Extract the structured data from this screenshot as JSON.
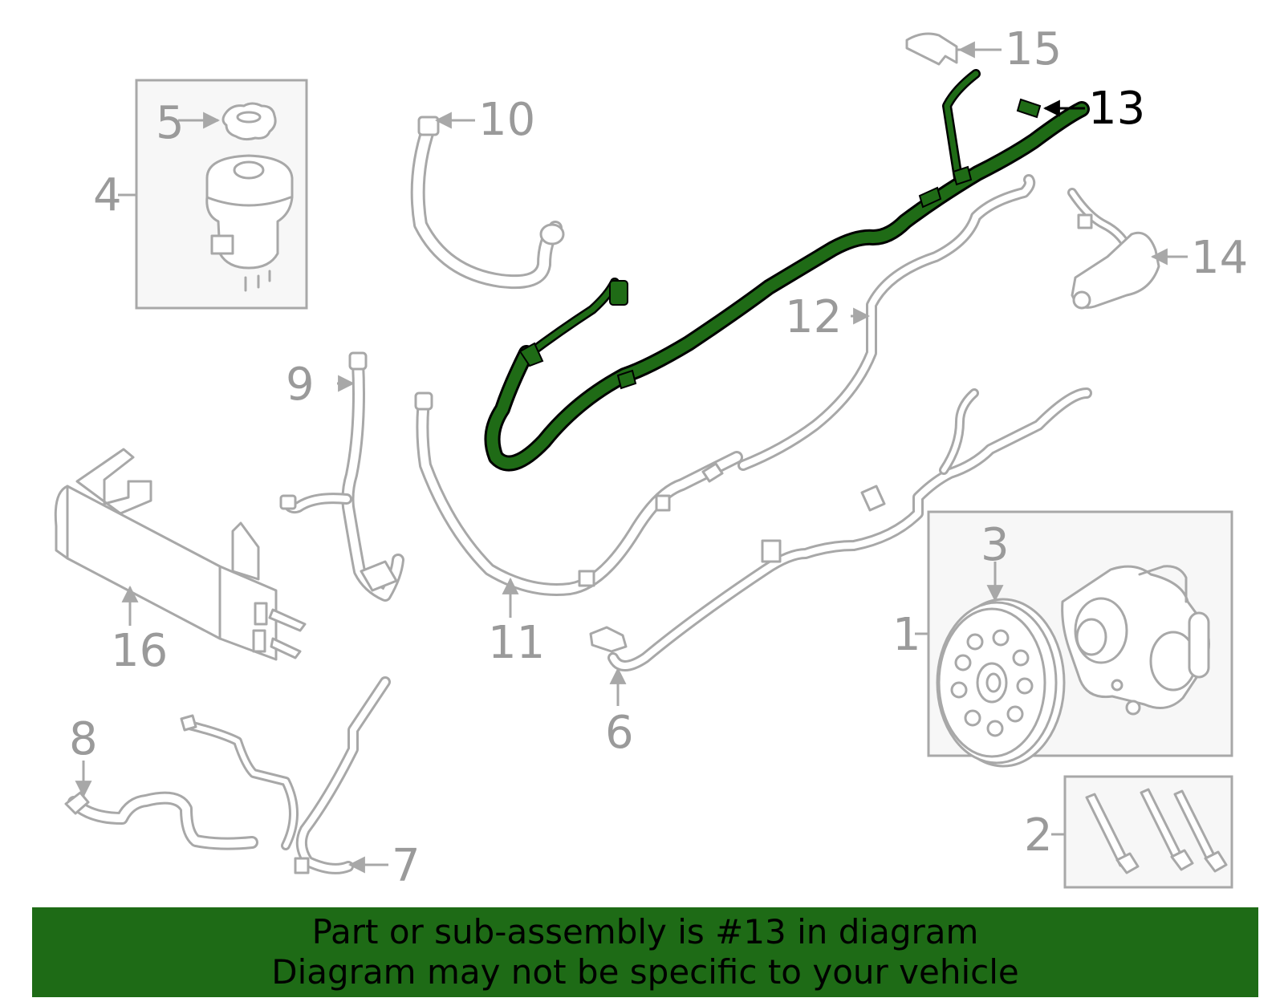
{
  "callouts": {
    "c1": "1",
    "c2": "2",
    "c3": "3",
    "c4": "4",
    "c5": "5",
    "c6": "6",
    "c7": "7",
    "c8": "8",
    "c9": "9",
    "c10": "10",
    "c11": "11",
    "c12": "12",
    "c13": "13",
    "c14": "14",
    "c15": "15",
    "c16": "16"
  },
  "highlight": {
    "part": "13",
    "color": "#1e6b16"
  },
  "banner": {
    "line1": "Part or sub-assembly is #13 in diagram",
    "line2": "Diagram may not be specific to your vehicle"
  }
}
